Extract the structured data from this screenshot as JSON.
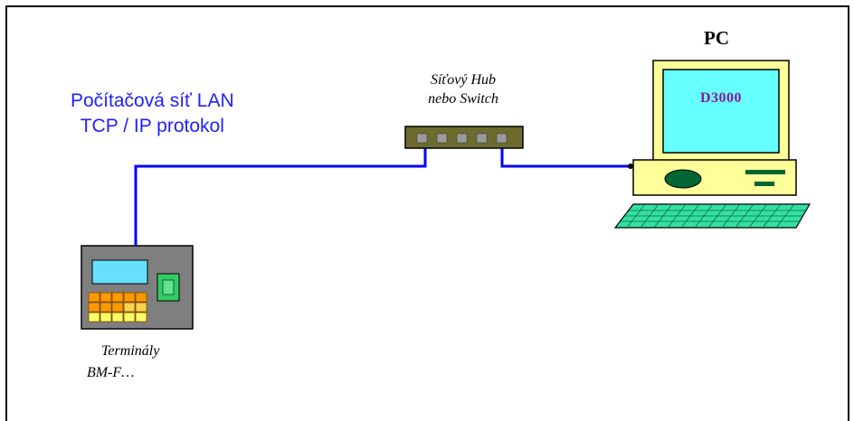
{
  "network": {
    "line1": "Počítačová síť LAN",
    "line2": "TCP / IP protokol"
  },
  "hub": {
    "line1": "Síťový Hub",
    "line2": "nebo Switch"
  },
  "pc": {
    "title": "PC",
    "screen_text": "D3000"
  },
  "terminal": {
    "line1": "Terminály",
    "line2": "BM-F…"
  },
  "colors": {
    "cable": "#0000ff",
    "border": "#000000",
    "hub_body": "#6b6b2e",
    "monitor_body": "#ffff99",
    "monitor_screen": "#66ffff",
    "keyboard": "#33e0a0",
    "terminal_body": "#7f7f7f",
    "terminal_screen": "#66e0ff",
    "terminal_keypad": "#ff9900",
    "terminal_sensor": "#33cc66"
  }
}
